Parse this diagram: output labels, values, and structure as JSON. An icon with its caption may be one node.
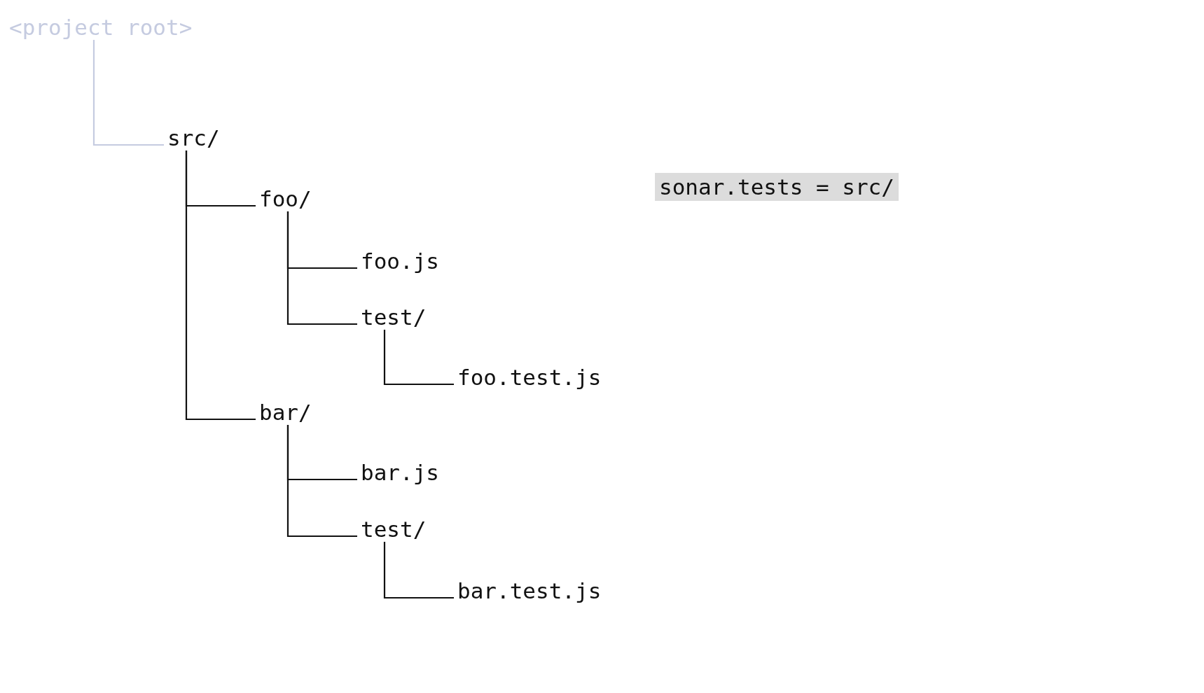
{
  "diagram": {
    "nodes": [
      {
        "text": [
          "<project root>"
        ]
      },
      {
        "text": [
          "src/"
        ]
      },
      {
        "text": [
          "foo/"
        ]
      },
      {
        "text": [
          "foo.js"
        ]
      },
      {
        "text": [
          "test/"
        ]
      },
      {
        "text": [
          "foo.test.js"
        ]
      },
      {
        "text": [
          "bar/"
        ]
      },
      {
        "text": [
          "bar.js"
        ]
      },
      {
        "text": [
          "test/"
        ]
      },
      {
        "text": [
          "bar.test.js"
        ]
      },
      {
        "text": [
          "sonar.tests = src/"
        ]
      }
    ],
    "edges": [
      {
        "from": 0,
        "to": 1,
        "arrow": "none",
        "color": "#c5cbe0"
      },
      {
        "from": 1,
        "to": 2,
        "arrow": "none"
      },
      {
        "from": 2,
        "to": 3,
        "arrow": "none"
      },
      {
        "from": 2,
        "to": 4,
        "arrow": "none"
      },
      {
        "from": 4,
        "to": 5,
        "arrow": "none"
      },
      {
        "from": 1,
        "to": 6,
        "arrow": "none"
      },
      {
        "from": 6,
        "to": 7,
        "arrow": "none"
      },
      {
        "from": 6,
        "to": 8,
        "arrow": "none"
      },
      {
        "from": 8,
        "to": 9,
        "arrow": "none"
      }
    ]
  }
}
